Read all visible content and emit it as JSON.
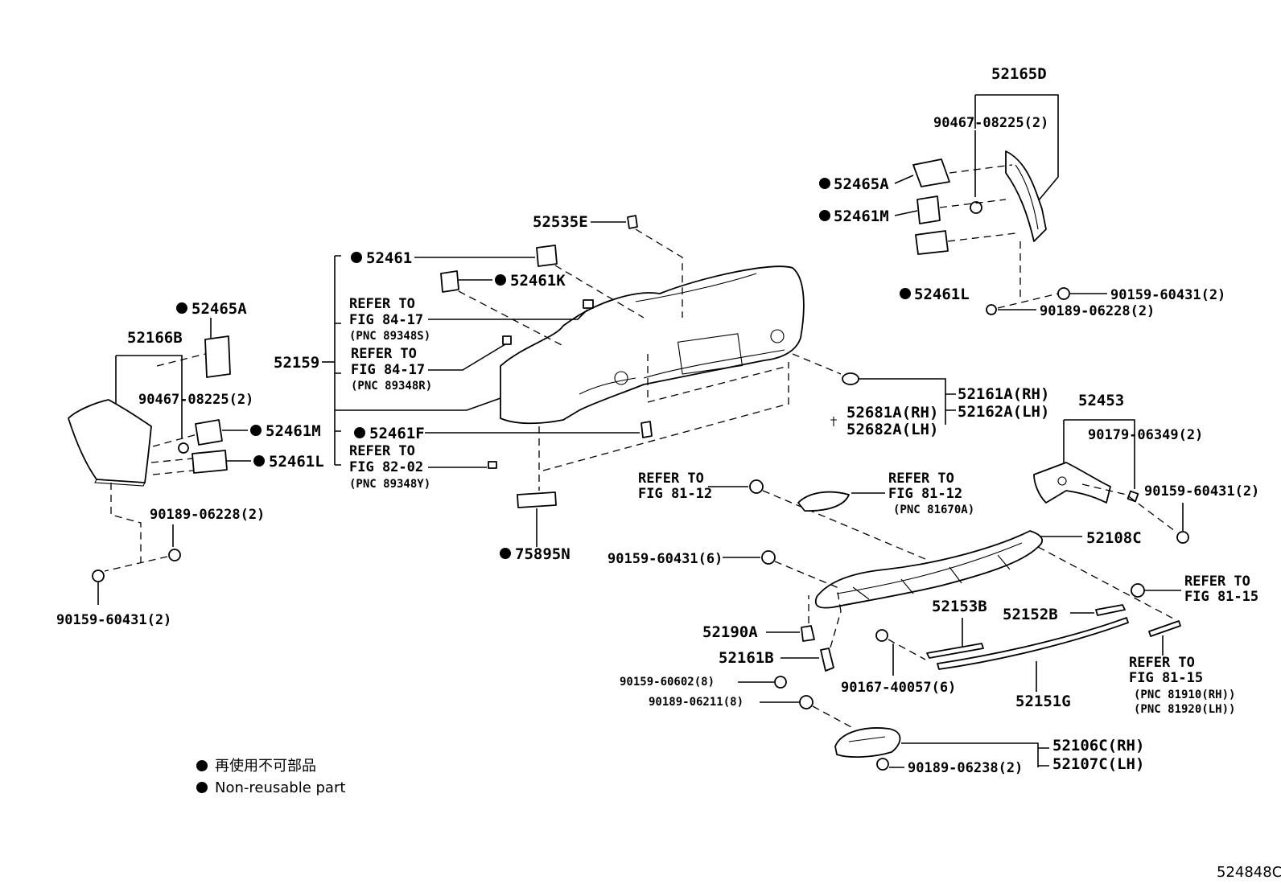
{
  "labels": {
    "p52165D": "52165D",
    "p90467_rt": "90467-08225(2)",
    "p52465A_rt": "52465A",
    "p52461M_rt": "52461M",
    "p52461L_rt": "52461L",
    "p90159_rt": "90159-60431(2)",
    "p90189_rt": "90189-06228(2)",
    "p52535E": "52535E",
    "p52461": "52461",
    "p52461K": "52461K",
    "ref1_a": "REFER TO",
    "ref1_b": "FIG 84-17",
    "ref1_c": "(PNC 89348S)",
    "ref2_a": "REFER TO",
    "ref2_b": "FIG 84-17",
    "ref2_c": "(PNC 89348R)",
    "p52159": "52159",
    "p52461F": "52461F",
    "ref3_a": "REFER TO",
    "ref3_b": "FIG 82-02",
    "ref3_c": "(PNC 89348Y)",
    "p52465A_lt": "52465A",
    "p52166B": "52166B",
    "p90467_lt": "90467-08225(2)",
    "p52461M_lt": "52461M",
    "p52461L_lt": "52461L",
    "p90189_lt": "90189-06228(2)",
    "p90159_lt": "90159-60431(2)",
    "p75895N": "75895N",
    "p52161A": "52161A(RH)",
    "p52162A": "52162A(LH)",
    "p52681A": "52681A(RH)",
    "p52682A": "52682A(LH)",
    "p52453": "52453",
    "p90179": "90179-06349(2)",
    "p90159_br": "90159-60431(2)",
    "ref4_a": "REFER TO",
    "ref4_b": "FIG 81-12",
    "ref5_a": "REFER TO",
    "ref5_b": "FIG 81-12",
    "ref5_c": "(PNC 81670A)",
    "p52108C": "52108C",
    "p90159_6": "90159-60431(6)",
    "ref6_a": "REFER TO",
    "ref6_b": "FIG 81-15",
    "p52153B": "52153B",
    "p52152B": "52152B",
    "p52190A": "52190A",
    "p52161B": "52161B",
    "p90159_60602": "90159-60602(8)",
    "p90189_06211": "90189-06211(8)",
    "p90167": "90167-40057(6)",
    "p52151G": "52151G",
    "ref7_a": "REFER TO",
    "ref7_b": "FIG 81-15",
    "ref7_c": "(PNC 81910(RH))",
    "ref7_d": "(PNC 81920(LH))",
    "p52106C": "52106C(RH)",
    "p52107C": "52107C(LH)",
    "p90189_06238": "90189-06238(2)"
  },
  "legend": {
    "jp": "再使用不可部品",
    "en": "Non-reusable part"
  },
  "figure_code": "524848C"
}
